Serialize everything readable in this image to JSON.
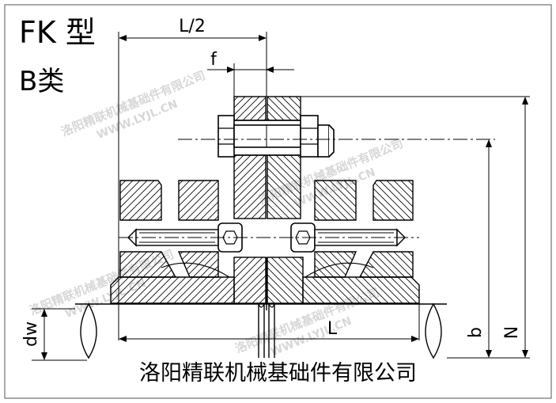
{
  "title": {
    "model": "FK 型",
    "category": "B类"
  },
  "company_name": "洛阳精联机械基础件有限公司",
  "watermark": {
    "company": "洛阳精联机械基础件有限公司",
    "url": "WWW.LYJL.CN"
  },
  "dimensions": {
    "half_length": "L/2",
    "flange_offset": "f",
    "shaft_diameter": "dw",
    "hub_length": "L",
    "bolt_height": "b",
    "total_height": "N"
  },
  "colors": {
    "line": "#000000",
    "hatch": "#000000",
    "watermark": "#c9c9c9"
  }
}
